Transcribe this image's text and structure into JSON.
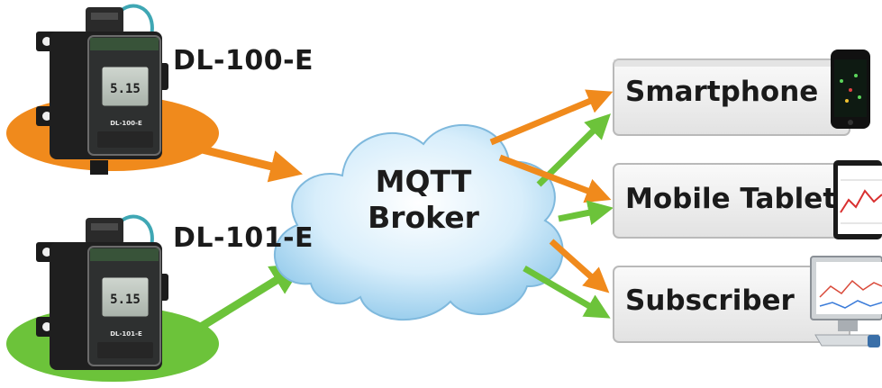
{
  "devices": [
    {
      "label": "DL-100-E",
      "screen_value": "5.15",
      "badge": "DL-100-E"
    },
    {
      "label": "DL-101-E",
      "screen_value": "5.15",
      "badge": "DL-101-E"
    }
  ],
  "broker": {
    "line1": "MQTT",
    "line2": "Broker"
  },
  "subscribers": [
    {
      "label": "Smartphone"
    },
    {
      "label": "Mobile Tablet"
    },
    {
      "label": "Subscriber"
    }
  ],
  "colors": {
    "publish_orange": "#f08a1c",
    "publish_green": "#6cc33a",
    "cloud_blue": "#bfe3f7",
    "box_fill": "#eeeeee",
    "device_body": "#1f1f1f"
  }
}
